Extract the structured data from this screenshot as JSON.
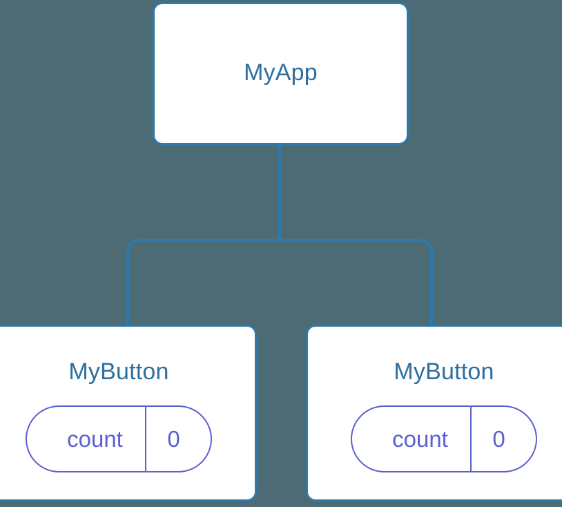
{
  "diagram": {
    "type": "component-tree",
    "background_color": "#4d6b74",
    "node_border_color": "#2d7aab",
    "node_fill_color": "#ffffff",
    "node_label_color": "#2d6f9e",
    "state_pill_color": "#5b5fd0",
    "connector_color": "#2d7aab"
  },
  "nodes": {
    "root": {
      "label": "MyApp",
      "state": []
    },
    "child_left": {
      "label": "MyButton",
      "state": [
        {
          "key": "count",
          "value": "0"
        }
      ]
    },
    "child_right": {
      "label": "MyButton",
      "state": [
        {
          "key": "count",
          "value": "0"
        }
      ]
    }
  },
  "edges": [
    {
      "from": "root",
      "to": "child_left"
    },
    {
      "from": "root",
      "to": "child_right"
    }
  ]
}
